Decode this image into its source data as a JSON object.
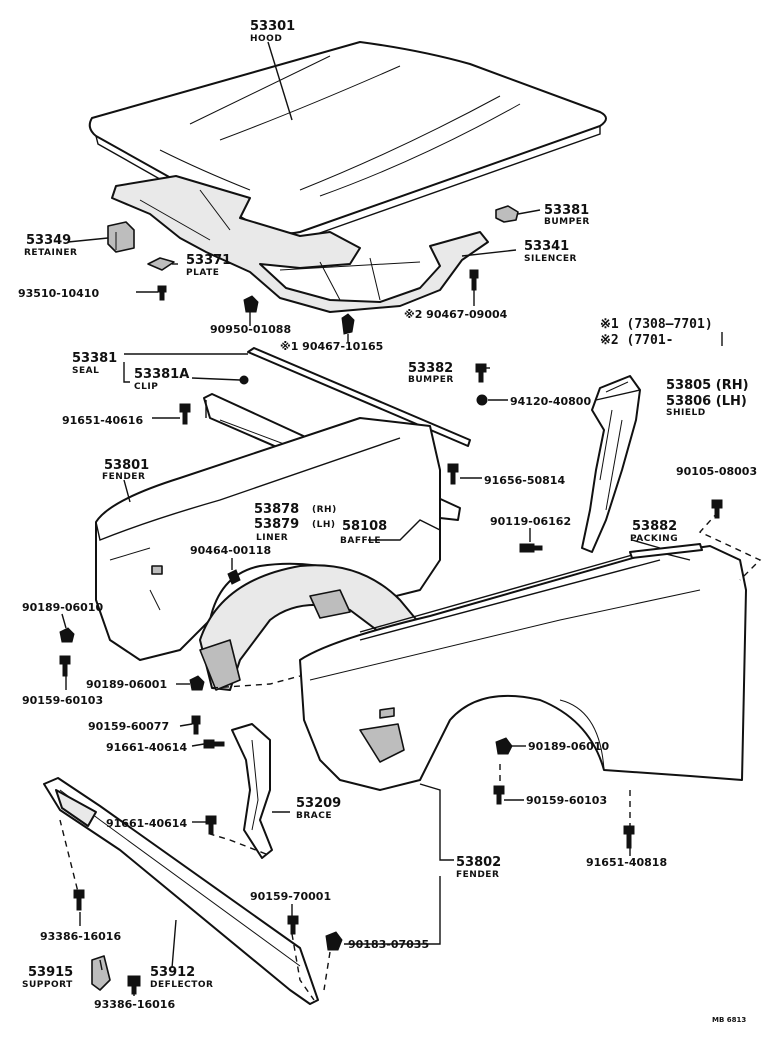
{
  "parts": {
    "hood": {
      "number": "53301",
      "name": "HOOD"
    },
    "bumper_hood": {
      "number": "53381",
      "name": "BUMPER"
    },
    "retainer": {
      "number": "53349",
      "name": "RETAINER"
    },
    "silencer": {
      "number": "53341",
      "name": "SILENCER"
    },
    "plate": {
      "number": "53371",
      "name": "PLATE"
    },
    "bolt_93510": {
      "number": "93510-10410"
    },
    "nut_90950": {
      "number": "90950-01088"
    },
    "clip_90467_2": {
      "number": "※2 90467-09004"
    },
    "clip_90467_1": {
      "number": "※1 90467-10165"
    },
    "seal": {
      "number": "53381",
      "name": "SEAL"
    },
    "clip": {
      "number": "53381A",
      "name": "CLIP"
    },
    "bumper_53382": {
      "number": "53382",
      "name": "BUMPER"
    },
    "screw_94120": {
      "number": "94120-40800"
    },
    "shield": {
      "number_rh": "53805 (RH)",
      "number_lh": "53806 (LH)",
      "name": "SHIELD"
    },
    "bolt_91651_top": {
      "number": "91651-40616"
    },
    "fender_lh": {
      "number": "53801",
      "name": "FENDER"
    },
    "bolt_91656": {
      "number": "91656-50814"
    },
    "bolt_90105": {
      "number": "90105-08003"
    },
    "liner": {
      "number_rh": "53878",
      "rh": "(RH)",
      "number_lh": "53879",
      "lh": "(LH)",
      "name": "LINER"
    },
    "baffle": {
      "number": "58108",
      "name": "BAFFLE"
    },
    "bolt_90119": {
      "number": "90119-06162"
    },
    "packing": {
      "number": "53882",
      "name": "PACKING"
    },
    "clip_90464": {
      "number": "90464-00118"
    },
    "nut_90189_a": {
      "number": "90189-06010"
    },
    "screw_90159_a": {
      "number": "90159-60103"
    },
    "nut_90189_b": {
      "number": "90189-06001"
    },
    "screw_90159_b": {
      "number": "90159-60077"
    },
    "bolt_91661_a": {
      "number": "91661-40614"
    },
    "bolt_91661_b": {
      "number": "91661-40614"
    },
    "brace": {
      "number": "53209",
      "name": "BRACE"
    },
    "nut_90189_c": {
      "number": "90189-06010"
    },
    "screw_90159_c": {
      "number": "90159-60103"
    },
    "bolt_91651_bottom": {
      "number": "91651-40818"
    },
    "fender_rh": {
      "number": "53802",
      "name": "FENDER"
    },
    "screw_90159_d": {
      "number": "90159-70001"
    },
    "bolt_93386_a": {
      "number": "93386-16016"
    },
    "nut_90183": {
      "number": "90183-07035"
    },
    "support": {
      "number": "53915",
      "name": "SUPPORT"
    },
    "deflector": {
      "number": "53912",
      "name": "DEFLECTOR"
    },
    "bolt_93386_b": {
      "number": "93386-16016"
    }
  },
  "notes": {
    "note1": "※1 (7308—7701)",
    "note2": "※2 (7701-"
  },
  "catalog_ref": "MB 6813"
}
